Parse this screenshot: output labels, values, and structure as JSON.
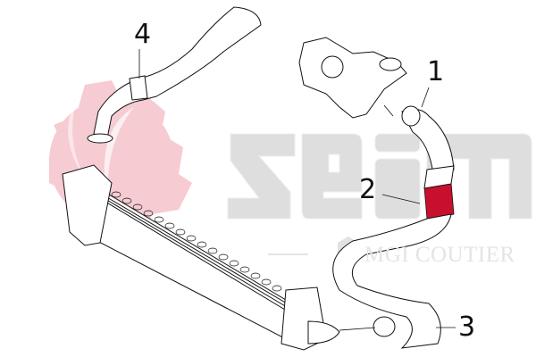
{
  "diagram": {
    "type": "exploded-parts-view",
    "subject": "turbocharger to intercooler air hose assembly",
    "callouts": [
      {
        "id": "1",
        "label": "1",
        "part": "turbo outlet hose"
      },
      {
        "id": "2",
        "label": "2",
        "part": "hose clamp"
      },
      {
        "id": "3",
        "label": "3",
        "part": "intercooler outlet hose"
      },
      {
        "id": "4",
        "label": "4",
        "part": "intercooler inlet pipe"
      }
    ],
    "components": [
      "turbocharger",
      "intercooler",
      "hose 1",
      "clamp 2",
      "hose 3",
      "pipe 4"
    ]
  },
  "watermark": {
    "logo_text": "seim",
    "subtitle": "MGI COUTIER",
    "gear_color": "#f6c9d0",
    "letters_color": "#dcdcdc"
  },
  "colors": {
    "line": "#111111",
    "clamp_red": "#c8102e"
  }
}
